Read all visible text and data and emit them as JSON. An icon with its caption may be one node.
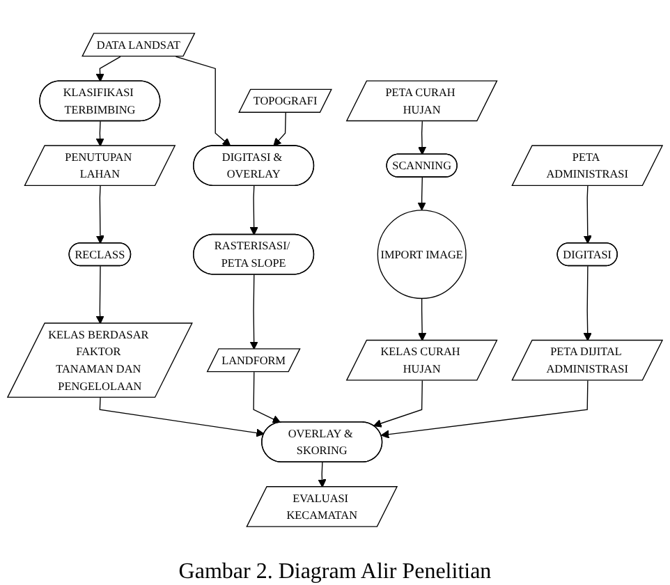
{
  "diagram": {
    "caption": "Gambar 2. Diagram Alir Penelitian",
    "nodes": [
      {
        "text": [
          "DATA LANDSAT"
        ]
      },
      {
        "text": [
          "TOPOGRAFI"
        ]
      },
      {
        "text": [
          "PETA CURAH HUJAN"
        ]
      },
      {
        "text": [
          "PETA ADMINISTRASI"
        ]
      },
      {
        "text": [
          "KLASIFIKASI TERBIMBING"
        ]
      },
      {
        "text": [
          "DIGITASI & OVERLAY"
        ]
      },
      {
        "text": [
          "SCANNING"
        ]
      },
      {
        "text": [
          "DIGITASI"
        ]
      },
      {
        "text": [
          "PENUTUPAN LAHAN"
        ]
      },
      {
        "text": [
          "RASTERISASI/ PETA SLOPE"
        ]
      },
      {
        "text": [
          "IMPORT IMAGE"
        ]
      },
      {
        "text": [
          "PETA DIJITAL ADMINISTRASI"
        ]
      },
      {
        "text": [
          "RECLASS"
        ]
      },
      {
        "text": [
          "LANDFORM"
        ]
      },
      {
        "text": [
          "KELAS CURAH HUJAN"
        ]
      },
      {
        "text": [
          "KELAS BERDASAR FAKTOR TANAMAN DAN PENGELOLAAN"
        ]
      },
      {
        "text": [
          "OVERLAY & SKORING"
        ]
      },
      {
        "text": [
          "EVALUASI KECAMATAN"
        ]
      }
    ],
    "edges": [
      {
        "from": 0,
        "to": 4,
        "arrow": "to"
      },
      {
        "from": 0,
        "to": 5,
        "arrow": "to"
      },
      {
        "from": 1,
        "to": 5,
        "arrow": "to"
      },
      {
        "from": 2,
        "to": 6,
        "arrow": "to"
      },
      {
        "from": 3,
        "to": 7,
        "arrow": "to"
      },
      {
        "from": 4,
        "to": 8,
        "arrow": "to"
      },
      {
        "from": 5,
        "to": 9,
        "arrow": "to"
      },
      {
        "from": 6,
        "to": 10,
        "arrow": "to"
      },
      {
        "from": 7,
        "to": 11,
        "arrow": "to"
      },
      {
        "from": 8,
        "to": 12,
        "arrow": "to"
      },
      {
        "from": 9,
        "to": 13,
        "arrow": "to"
      },
      {
        "from": 10,
        "to": 14,
        "arrow": "to"
      },
      {
        "from": 12,
        "to": 15,
        "arrow": "to"
      },
      {
        "from": 15,
        "to": 16,
        "arrow": "to"
      },
      {
        "from": 13,
        "to": 16,
        "arrow": "to"
      },
      {
        "from": 14,
        "to": 16,
        "arrow": "to"
      },
      {
        "from": 11,
        "to": 16,
        "arrow": "to"
      },
      {
        "from": 16,
        "to": 17,
        "arrow": "to"
      }
    ]
  }
}
